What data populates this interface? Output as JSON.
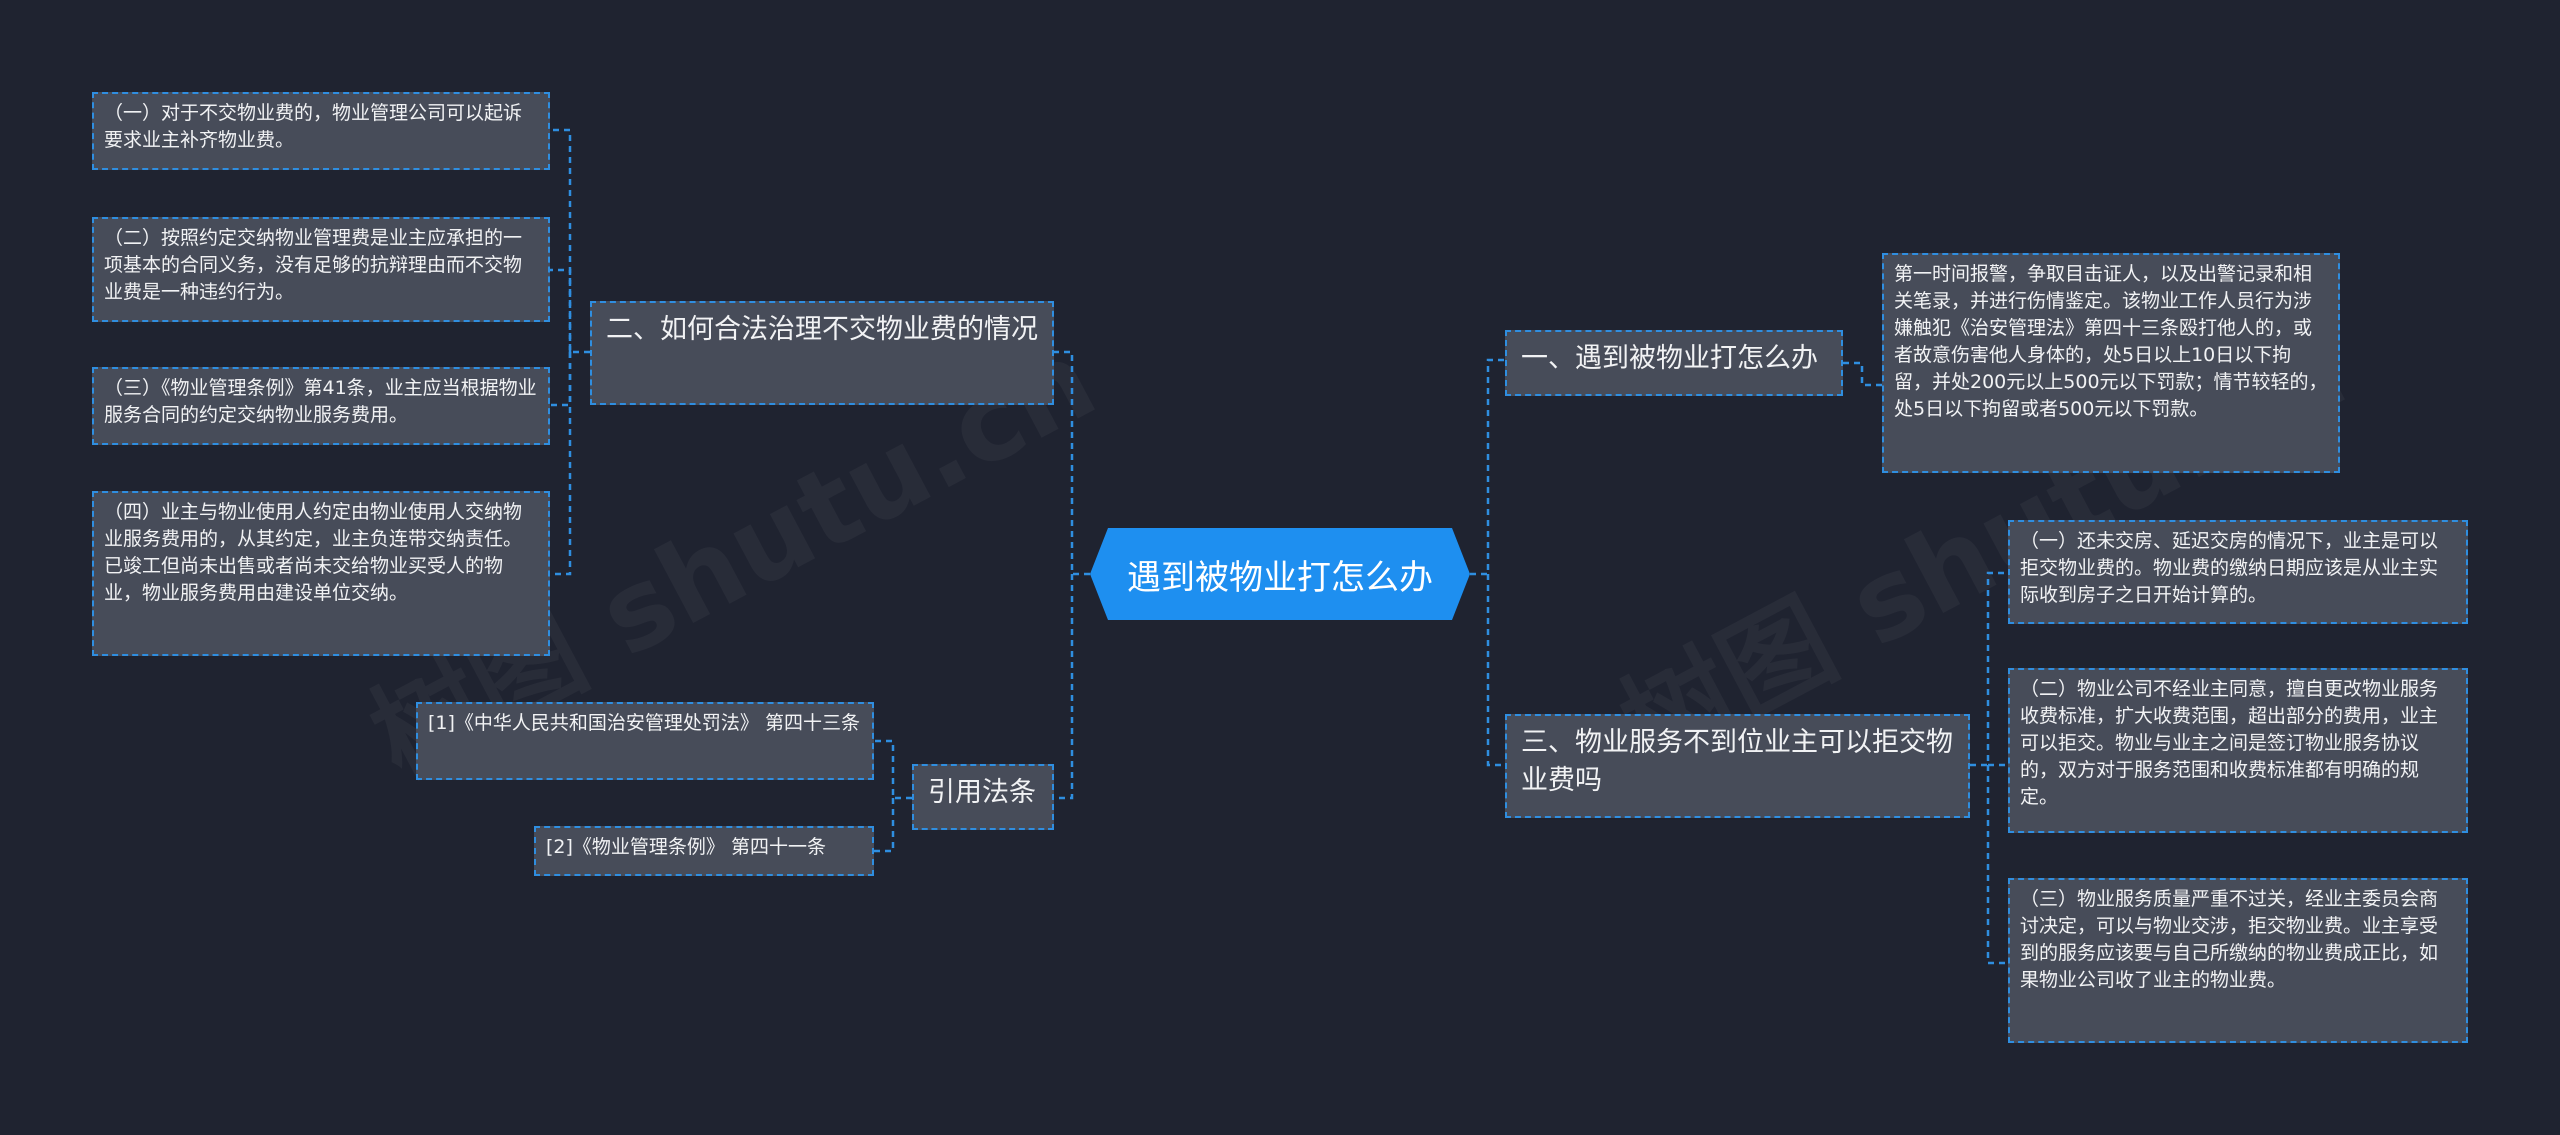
{
  "root": {
    "title": "遇到被物业打怎么办"
  },
  "branches": {
    "b1": {
      "title": "一、遇到被物业打怎么办",
      "items": [
        "第一时间报警，争取目击证人，以及出警记录和相关笔录，并进行伤情鉴定。该物业工作人员行为涉嫌触犯《治安管理法》第四十三条殴打他人的，或者故意伤害他人身体的，处5日以上10日以下拘留，并处200元以上500元以下罚款；情节较轻的，处5日以下拘留或者500元以下罚款。"
      ]
    },
    "b2": {
      "title": "二、如何合法治理不交物业费的情况",
      "items": [
        "（一）对于不交物业费的，物业管理公司可以起诉要求业主补齐物业费。",
        "（二）按照约定交纳物业管理费是业主应承担的一项基本的合同义务，没有足够的抗辩理由而不交物业费是一种违约行为。",
        "（三）《物业管理条例》第41条，业主应当根据物业服务合同的约定交纳物业服务费用。",
        "（四）业主与物业使用人约定由物业使用人交纳物业服务费用的，从其约定，业主负连带交纳责任。已竣工但尚未出售或者尚未交给物业买受人的物业，物业服务费用由建设单位交纳。"
      ]
    },
    "b3": {
      "title": "三、物业服务不到位业主可以拒交物业费吗",
      "items": [
        "（一）还未交房、延迟交房的情况下，业主是可以拒交物业费的。物业费的缴纳日期应该是从业主实际收到房子之日开始计算的。",
        "（二）物业公司不经业主同意，擅自更改物业服务收费标准，扩大收费范围，超出部分的费用，业主可以拒交。物业与业主之间是签订物业服务协议的，双方对于服务范围和收费标准都有明确的规定。",
        "（三）物业服务质量严重不过关，经业主委员会商讨决定，可以与物业交涉，拒交物业费。业主享受到的服务应该要与自己所缴纳的物业费成正比，如果物业公司收了业主的物业费。"
      ]
    },
    "b4": {
      "title": "引用法条",
      "items": [
        "[1]《中华人民共和国治安管理处罚法》 第四十三条",
        "[2]《物业管理条例》 第四十一条"
      ]
    }
  },
  "watermarks": [
    "树图 shutu.cn",
    "树图 shutu.cn"
  ],
  "colors": {
    "background": "#1f2330",
    "root": "#1e8ff0",
    "node": "#474c59",
    "wire": "#2f8ee0"
  }
}
